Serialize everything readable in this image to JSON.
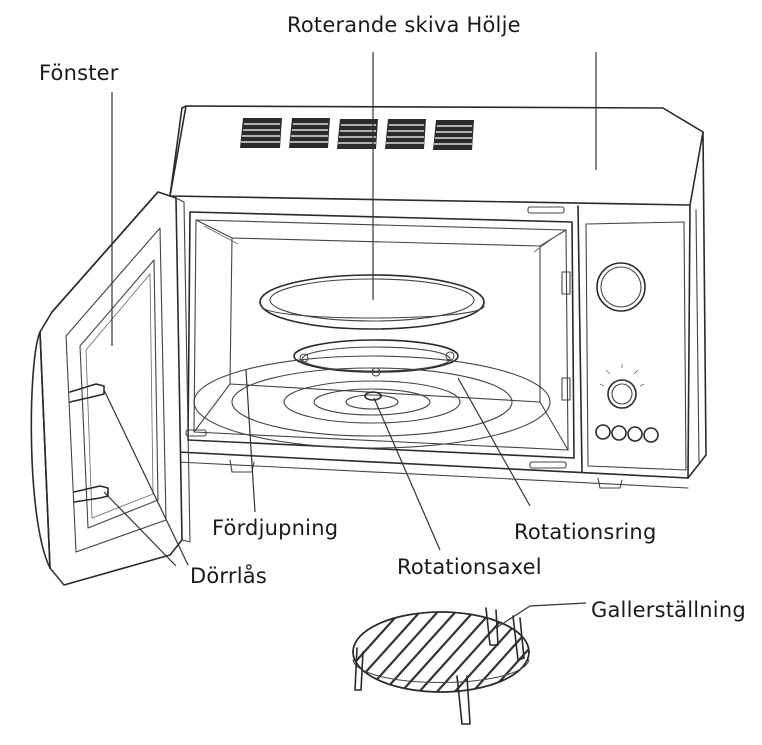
{
  "labels": {
    "turntable_housing": "Roterande skiva Hölje",
    "window": "Fönster",
    "recess": "Fördjupning",
    "rotation_ring": "Rotationsring",
    "door_lock": "Dörrlås",
    "rotation_axis": "Rotationsaxel",
    "grill_rack": "Gallerställning"
  }
}
